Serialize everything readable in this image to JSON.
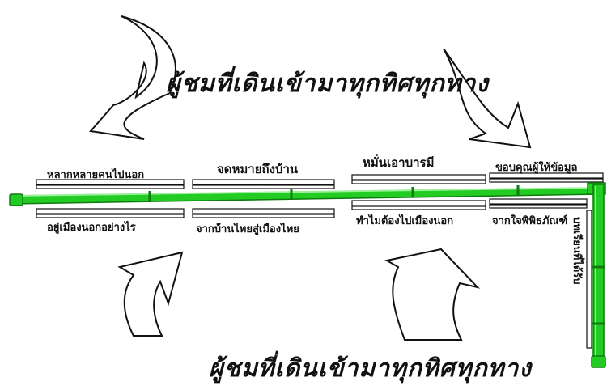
{
  "diagram": {
    "title_top": "ผู้ชมที่เดินเข้ามาทุกทิศทุกทาง",
    "title_bottom": "ผู้ชมที่เดินเข้ามาทุกทิศทุกทาง",
    "labels_above": [
      "หลากหลายคนไปนอก",
      "จดหมายถึงบ้าน",
      "หมั่นเอาบารมี",
      "ขอบคุณผู้ให้ข้อมูล"
    ],
    "labels_below": [
      "อยู่เมืองนอกอย่างไร",
      "จากบ้านไทยสู่เมืองไทย",
      "ทำไมต้องไปเมืองนอก",
      "จากใจพิพิธภัณฑ์"
    ],
    "label_vertical": "บทเรียนที่ได้รับ",
    "colors": {
      "bamboo": "#22cc22",
      "bamboo_dark": "#0f7a0f",
      "ink": "#111111"
    }
  }
}
